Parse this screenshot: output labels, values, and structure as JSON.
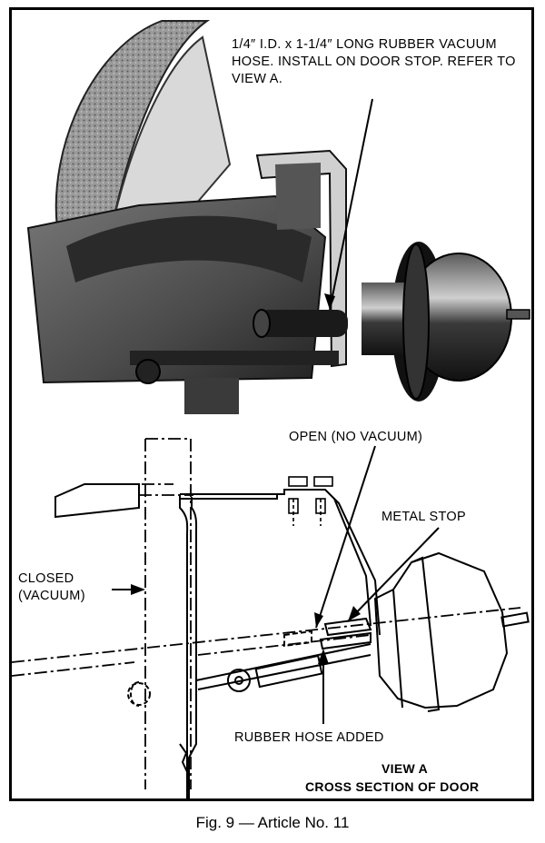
{
  "labels": {
    "photo_callout": "1/4″ I.D. x 1-1/4″ LONG RUBBER VACUUM HOSE. INSTALL ON DOOR STOP. REFER TO VIEW A.",
    "open": "OPEN (NO VACUUM)",
    "metal_stop": "METAL STOP",
    "closed_line1": "CLOSED",
    "closed_line2": "(VACUUM)",
    "rubber_hose": "RUBBER HOSE ADDED",
    "view_title": "VIEW A",
    "view_subtitle": "CROSS SECTION OF DOOR"
  },
  "caption": "Fig. 9 — Article No. 11",
  "colors": {
    "ink": "#000000",
    "paper": "#ffffff",
    "photo_gray": "#8a8a8a"
  }
}
